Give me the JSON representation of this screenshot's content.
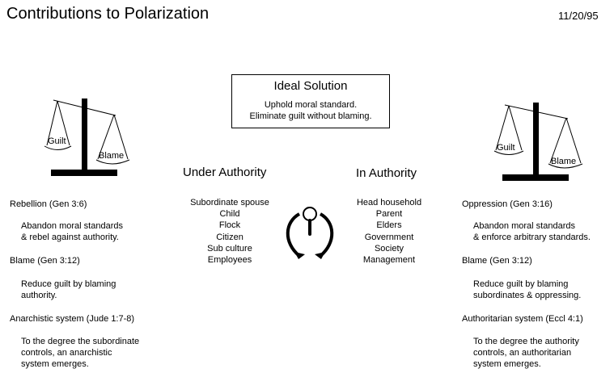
{
  "title": "Contributions to Polarization",
  "date": "11/20/95",
  "ideal": {
    "heading": "Ideal Solution",
    "lines": [
      "Uphold moral standard.",
      "Eliminate guilt without blaming."
    ]
  },
  "under": {
    "heading": "Under Authority",
    "items": [
      "Subordinate spouse",
      "Child",
      "Flock",
      "Citizen",
      "Sub culture",
      "Employees"
    ]
  },
  "in": {
    "heading": "In Authority",
    "items": [
      "Head household",
      "Parent",
      "Elders",
      "Government",
      "Society",
      "Management"
    ]
  },
  "scales": {
    "left": {
      "guilt": "Guilt",
      "blame": "Blame"
    },
    "right": {
      "guilt": "Guilt",
      "blame": "Blame"
    }
  },
  "left": [
    {
      "heading": "Rebellion (Gen 3:6)",
      "lines": [
        "Abandon moral standards",
        "& rebel against authority."
      ]
    },
    {
      "heading": "Blame (Gen 3:12)",
      "lines": [
        "Reduce guilt by blaming",
        "authority."
      ]
    },
    {
      "heading": "Anarchistic system (Jude 1:7-8)",
      "lines": [
        "To the degree the subordinate",
        "controls, an anarchistic",
        "system emerges."
      ]
    }
  ],
  "right": [
    {
      "heading": "Oppression (Gen 3:16)",
      "lines": [
        "Abandon moral standards",
        "& enforce arbitrary standards."
      ]
    },
    {
      "heading": "Blame (Gen 3:12)",
      "lines": [
        "Reduce guilt by blaming",
        "subordinates & oppressing."
      ]
    },
    {
      "heading": "Authoritarian system (Eccl 4:1)",
      "lines": [
        "To the degree the authority",
        "controls, an authoritarian",
        "system emerges."
      ]
    }
  ]
}
